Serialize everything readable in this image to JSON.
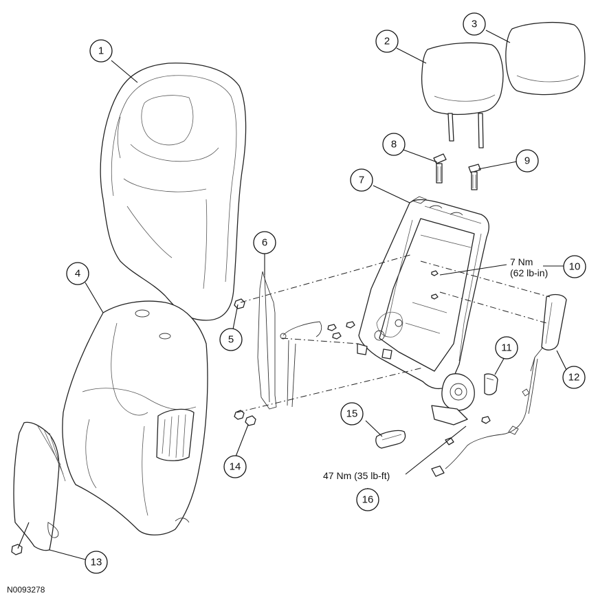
{
  "callouts": [
    "1",
    "2",
    "3",
    "4",
    "5",
    "6",
    "7",
    "8",
    "9",
    "10",
    "11",
    "12",
    "13",
    "14",
    "15",
    "16"
  ],
  "torque_notes": {
    "upper": {
      "line1": "7 Nm",
      "line2": "(62 lb-in)"
    },
    "lower": {
      "line1": "47 Nm (35 lb-ft)"
    }
  },
  "reference_number": "N0093278"
}
